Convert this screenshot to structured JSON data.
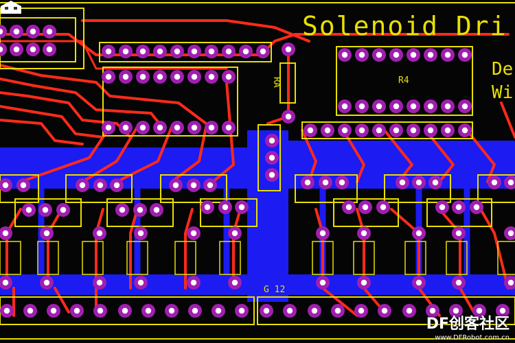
{
  "board": {
    "title": "Solenoid Dri",
    "subtitle_line1": "De",
    "subtitle_line2": "Wi",
    "label_r4": "R4",
    "label_ra": "RA",
    "label_g12": "G 12"
  },
  "watermark": {
    "brand": "DF创客社区",
    "url": "www.DFRobot.com.cn",
    "logo_icon": "dfrobot-robot-logo-icon"
  },
  "colors": {
    "top_copper": "#ff2a1a",
    "bottom_copper": "#1b1bf2",
    "silkscreen": "#e8e000",
    "pad": "#a11fb0",
    "board": "#050505"
  }
}
